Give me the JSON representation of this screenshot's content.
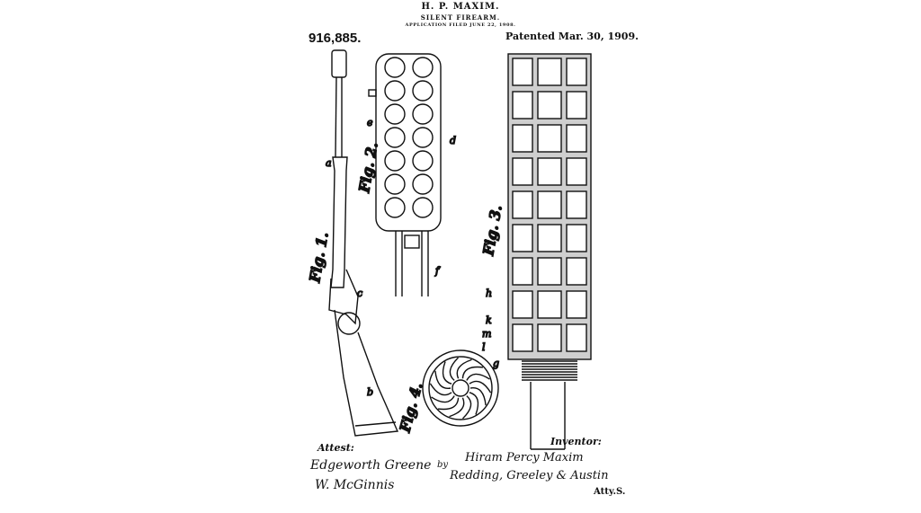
{
  "header": {
    "inventor_name": "H. P. MAXIM.",
    "title": "SILENT FIREARM.",
    "application": "APPLICATION FILED JUNE 22, 1908.",
    "patent_number": "916,885.",
    "patent_date": "Patented Mar. 30, 1909."
  },
  "figures": {
    "fig1": "Fig. 1.",
    "fig2": "Fig. 2.",
    "fig3": "Fig. 3.",
    "fig4": "Fig. 4."
  },
  "labels": {
    "a": "a",
    "b": "b",
    "c": "c",
    "d": "d",
    "e": "e",
    "f": "f",
    "g": "g",
    "h": "h",
    "k": "k",
    "l": "l",
    "m": "m"
  },
  "footer": {
    "attest_label": "Attest:",
    "witness1": "Edgeworth Greene",
    "witness2": "W. McGinnis",
    "inventor_label": "Inventor:",
    "by": "by",
    "inventor_signature": "Hiram Percy Maxim",
    "attorneys": "Redding, Greeley & Austin",
    "attys_label": "Atty.S."
  }
}
